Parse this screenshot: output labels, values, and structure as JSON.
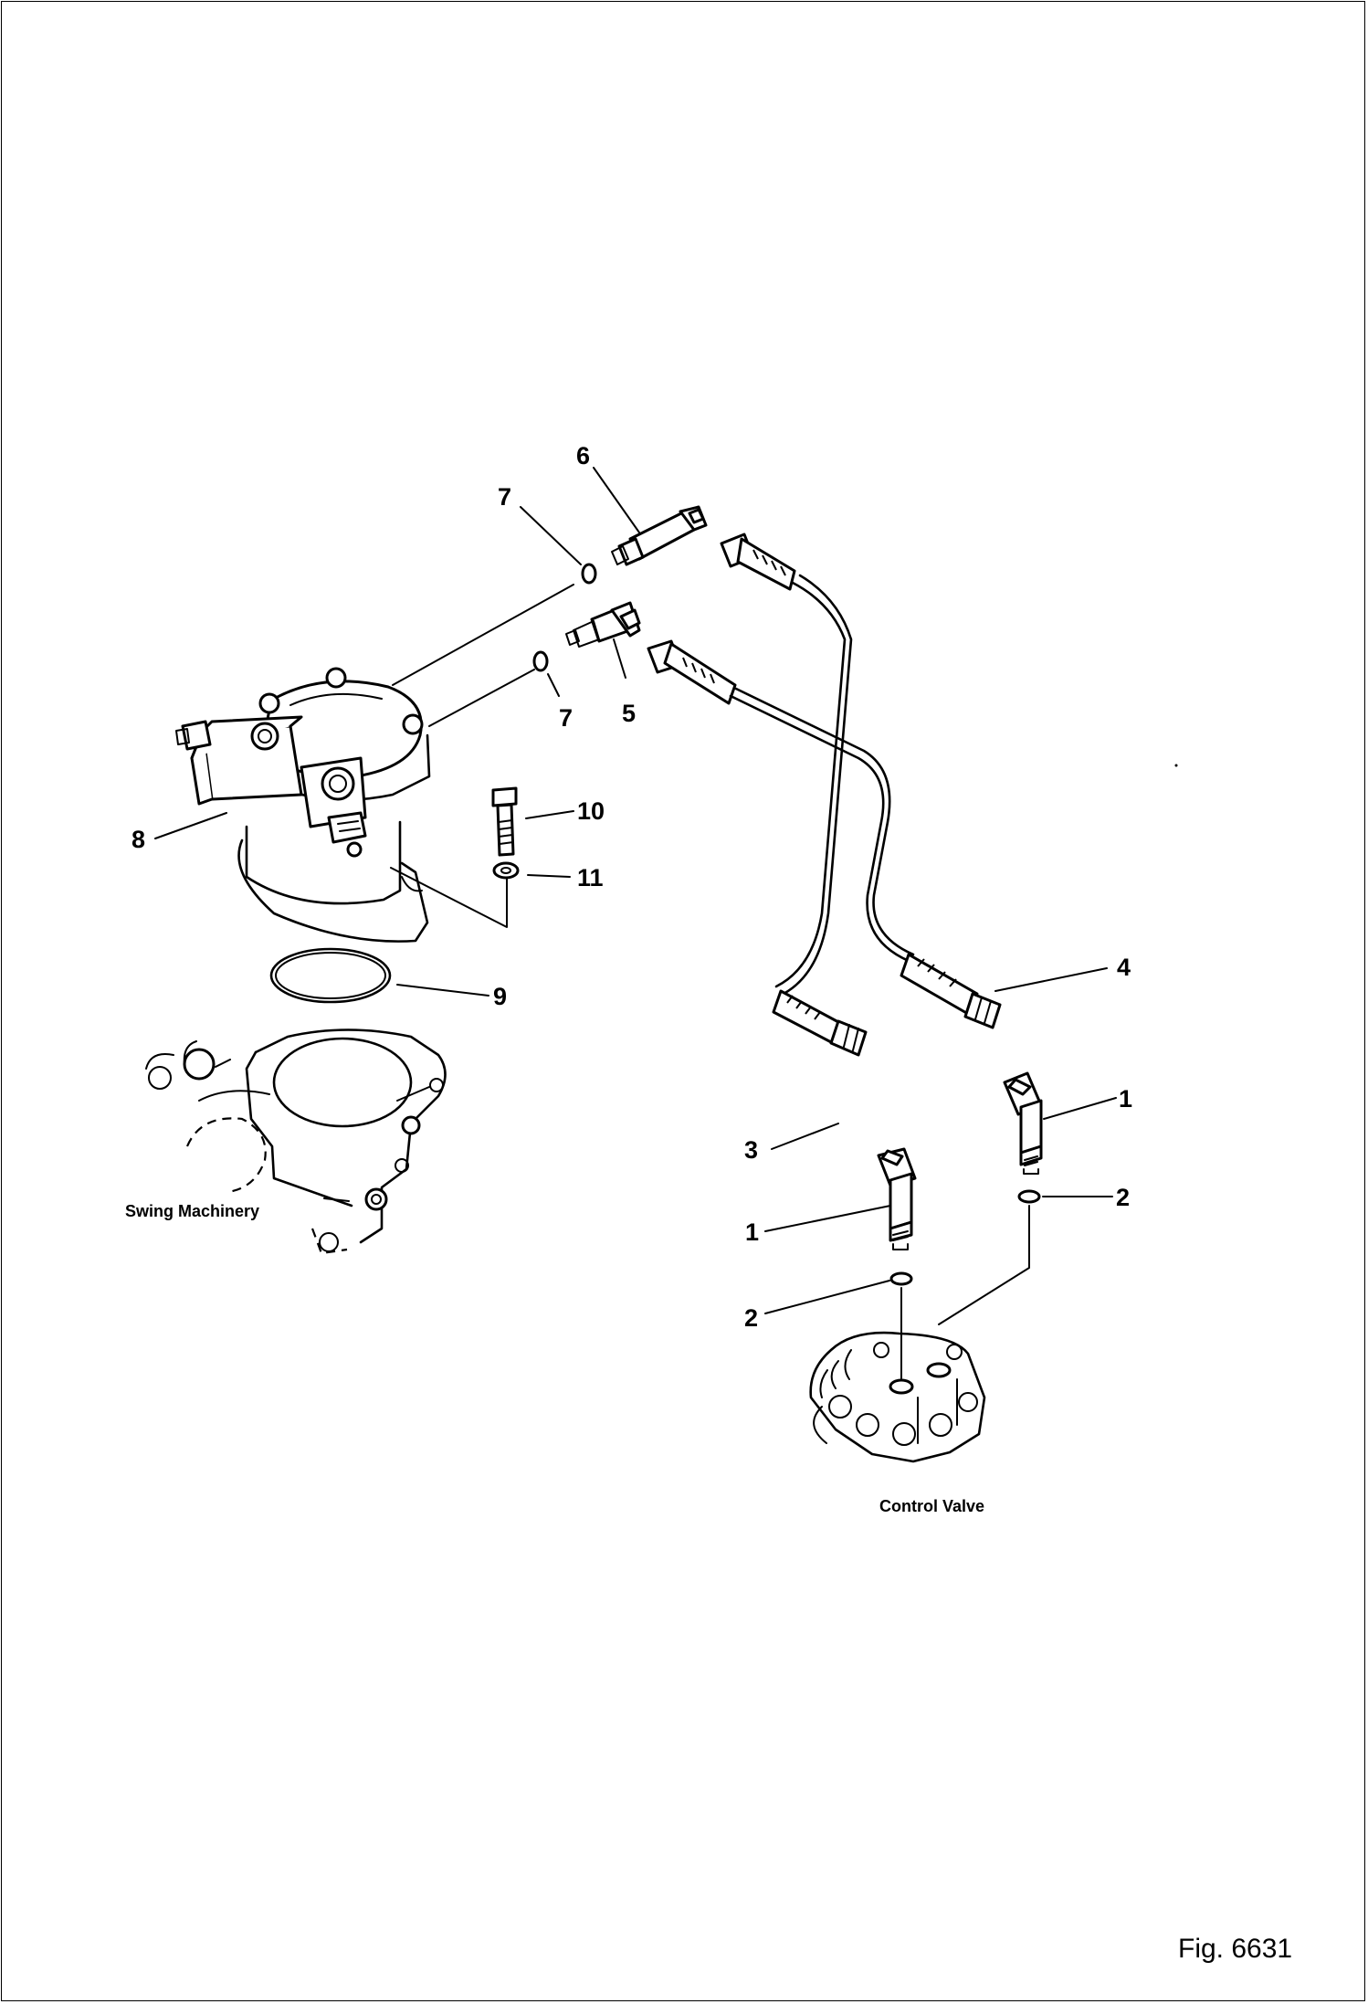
{
  "diagram": {
    "callouts": [
      {
        "id": "c6",
        "text": "6"
      },
      {
        "id": "c7a",
        "text": "7"
      },
      {
        "id": "c5",
        "text": "5"
      },
      {
        "id": "c7b",
        "text": "7"
      },
      {
        "id": "c8",
        "text": "8"
      },
      {
        "id": "c10",
        "text": "10"
      },
      {
        "id": "c11",
        "text": "11"
      },
      {
        "id": "c9",
        "text": "9"
      },
      {
        "id": "c4",
        "text": "4"
      },
      {
        "id": "c1a",
        "text": "1"
      },
      {
        "id": "c3",
        "text": "3"
      },
      {
        "id": "c2a",
        "text": "2"
      },
      {
        "id": "c1b",
        "text": "1"
      },
      {
        "id": "c2b",
        "text": "2"
      }
    ],
    "captions": {
      "swing_machinery": "Swing Machinery",
      "control_valve": "Control Valve"
    },
    "figure_label": "Fig. 6631"
  }
}
